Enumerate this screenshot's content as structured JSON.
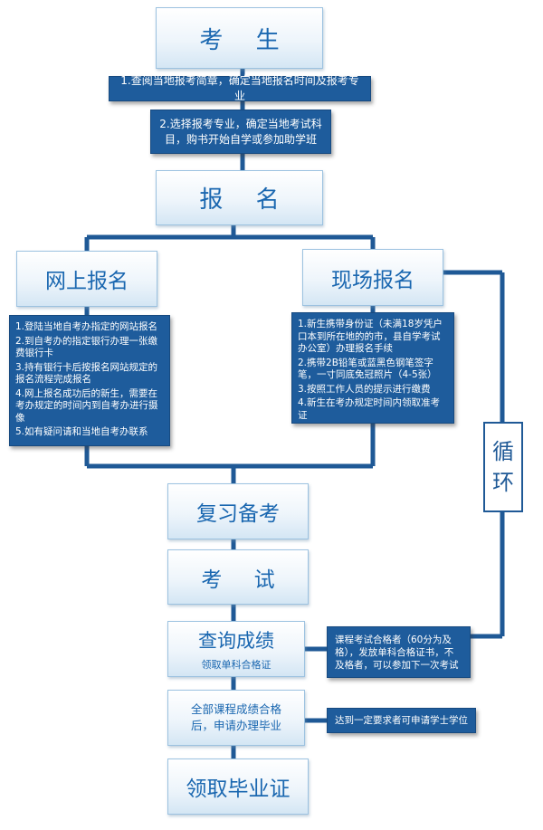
{
  "nodes": {
    "candidate": "考 生",
    "step1": "1.查阅当地报考简章，确定当地报名时间及报考专业",
    "step2": "2.选择报考专业，确定当地考试科目，购书开始自学或参加助学班",
    "register": "报 名",
    "online": "网上报名",
    "onsite": "现场报名",
    "review": "复习备考",
    "exam": "考 试",
    "results": "查询成绩",
    "results_sub": "领取单科合格证",
    "graduate_apply": "全部课程成绩合格后，申请办理毕业",
    "certificate": "领取毕业证"
  },
  "online_steps": [
    "1.登陆当地自考办指定的网站报名",
    "2.到自考办的指定银行办理一张缴费银行卡",
    "3.持有银行卡后按报名网站规定的报名流程完成报名",
    "4.网上报名成功后的新生，需要在考办规定的时间内到自考办进行摄像",
    "5.如有疑问请和当地自考办联系"
  ],
  "onsite_steps": [
    "1.新生携带身份证（未满18岁凭户口本到所在地的的市，县自学考试办公室）办理报名手续",
    "2.携带2B铅笔或蓝黑色钢笔签字笔，一寸同底免冠照片（4-5张）",
    "3.按照工作人员的提示进行缴费",
    "4.新生在考办规定时间内领取准考证"
  ],
  "notes": {
    "results_note": "课程考试合格者（60分为及格），发放单科合格证书，不及格者，可以参加下一次考试",
    "degree_note": "达到一定要求者可申请学士学位"
  },
  "loop_label": [
    "循",
    "环"
  ],
  "colors": {
    "line": "#1f5996",
    "dark_box": "#1e5c9c",
    "light_text": "#1a67b0"
  }
}
